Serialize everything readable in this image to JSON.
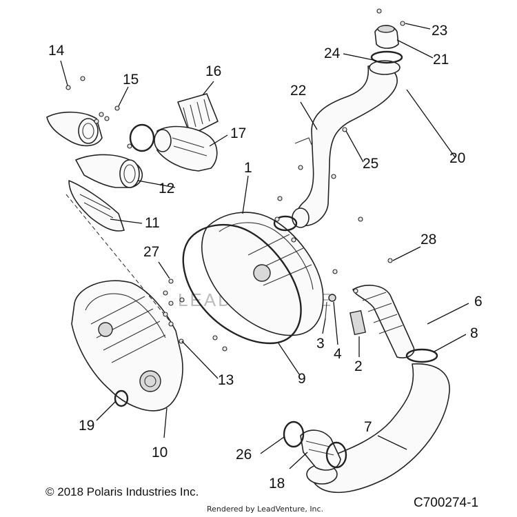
{
  "watermark": "LEADVENTURE",
  "callouts": [
    "1",
    "2",
    "3",
    "4",
    "6",
    "7",
    "8",
    "9",
    "10",
    "11",
    "12",
    "13",
    "14",
    "15",
    "16",
    "17",
    "18",
    "19",
    "20",
    "21",
    "22",
    "23",
    "24",
    "25",
    "26",
    "27",
    "28"
  ],
  "footer": {
    "copyright": "© 2018 Polaris Industries Inc.",
    "rendered_by": "Rendered by LeadVenture, Inc.",
    "diagram_code": "C700274-1"
  }
}
